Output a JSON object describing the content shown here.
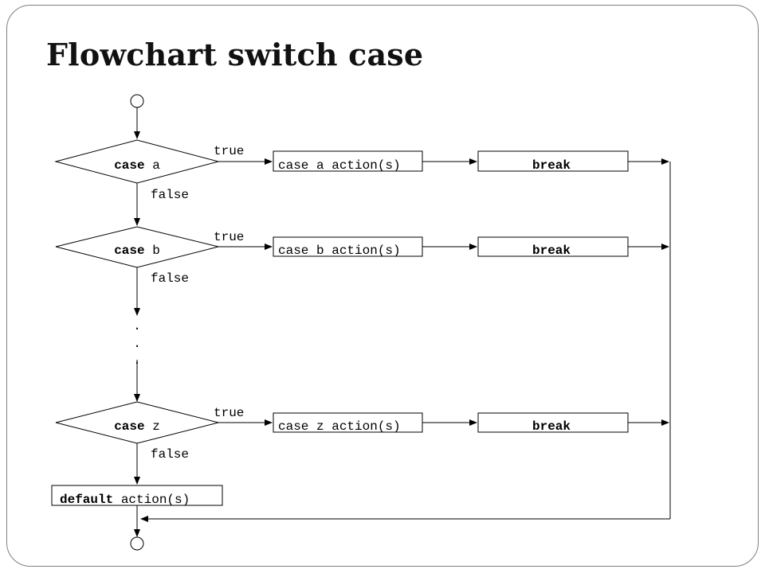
{
  "title": "Flowchart switch case",
  "rows": [
    {
      "case_keyword": "case",
      "case_var": "a",
      "true_label": "true",
      "false_label": "false",
      "action": "case a action(s)",
      "break_label": "break"
    },
    {
      "case_keyword": "case",
      "case_var": "b",
      "true_label": "true",
      "false_label": "false",
      "action": "case b action(s)",
      "break_label": "break"
    },
    {
      "case_keyword": "case",
      "case_var": "z",
      "true_label": "true",
      "false_label": "false",
      "action": "case z action(s)",
      "break_label": "break"
    }
  ],
  "ellipsis": {
    "dot": "."
  },
  "default_box": {
    "keyword": "default",
    "rest": " action(s)"
  },
  "colors": {
    "frame": "#7f7f7f",
    "line": "#000000",
    "text": "#000000"
  }
}
